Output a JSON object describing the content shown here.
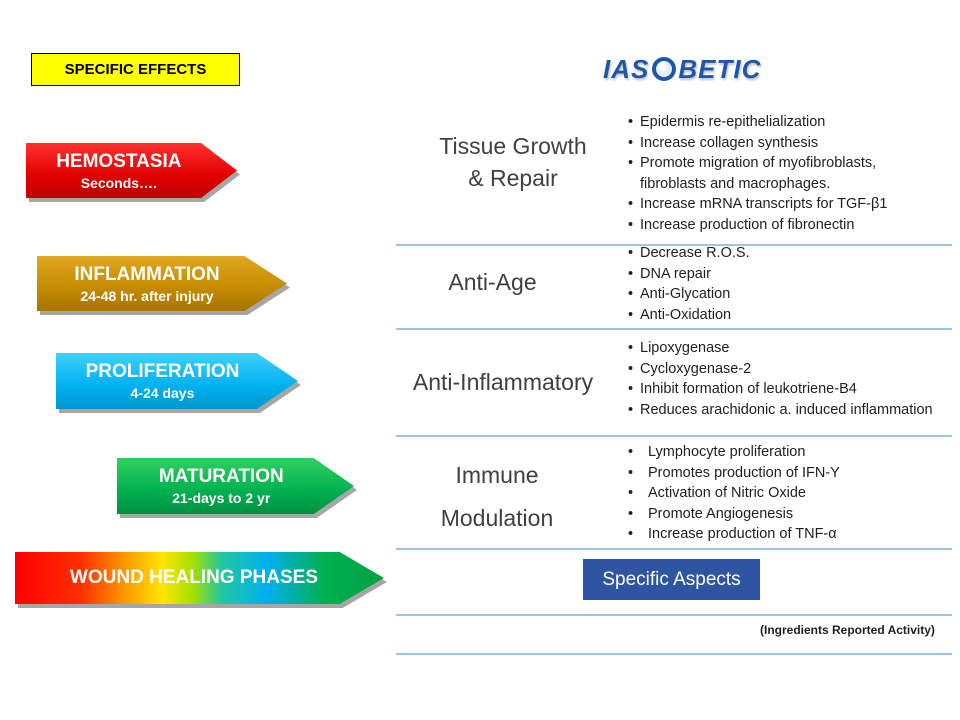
{
  "header": {
    "specific_effects": "SPECIFIC EFFECTS",
    "logo_part1": "IAS",
    "logo_part2": "BETIC"
  },
  "phases": [
    {
      "title": "HEMOSTASIA",
      "subtitle": "Seconds….",
      "color": "#e00000"
    },
    {
      "title": "INFLAMMATION",
      "subtitle": "24-48 hr. after injury",
      "color": "#c48a00"
    },
    {
      "title": "PROLIFERATION",
      "subtitle": "4-24 days",
      "color": "#00b0f0"
    },
    {
      "title": "MATURATION",
      "subtitle": "21-days to 2 yr",
      "color": "#00b050"
    },
    {
      "title": "WOUND HEALING PHASES",
      "subtitle": "",
      "color": "rainbow"
    }
  ],
  "categories": [
    {
      "name_line1": "Tissue Growth",
      "name_line2": "& Repair",
      "items": [
        "Epidermis re-epithelialization",
        "Increase  collagen synthesis",
        "Promote migration of myofibroblasts, fibroblasts and macrophages.",
        "Increase mRNA transcripts for TGF-β1",
        "Increase production of fibronectin"
      ]
    },
    {
      "name_line1": "Anti-Age",
      "items": [
        "Decrease R.O.S.",
        "DNA repair",
        "Anti-Glycation",
        "Anti-Oxidation"
      ]
    },
    {
      "name_line1": "Anti-Inflammatory",
      "items": [
        "Lipoxygenase",
        "Cycloxygenase-2",
        "Inhibit formation of leukotriene-B4",
        "Reduces arachidonic a. induced inflammation"
      ]
    },
    {
      "name_line1": "Immune",
      "name_line2": "Modulation",
      "items": [
        "Lymphocyte proliferation",
        "Promotes production of IFN-Y",
        "Activation of Nitric Oxide",
        "Promote Angiogenesis",
        "Increase production of TNF-α"
      ]
    }
  ],
  "footer": {
    "aspects_label": "Specific Aspects",
    "footnote": "(Ingredients Reported Activity)"
  },
  "colors": {
    "logo_blue": "#1f57a7",
    "divider": "#9dc3e6",
    "aspects_bg": "#2f55a2",
    "label_yellow": "#ffff00"
  }
}
